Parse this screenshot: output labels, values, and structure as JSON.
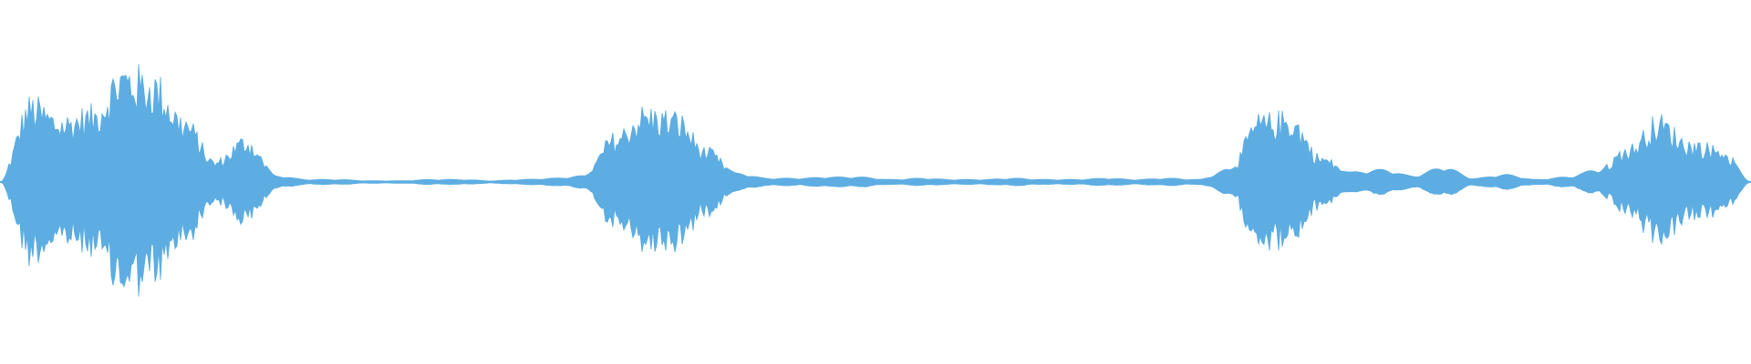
{
  "waveform": {
    "color": "#5dade2",
    "background": "#ffffff",
    "baseline_level": 0.0,
    "amplitude_profile": [
      0.0,
      0.7,
      0.55,
      0.62,
      0.98,
      0.9,
      0.55,
      0.18,
      0.38,
      0.05,
      0.02,
      0.02,
      0.01,
      0.01,
      0.02,
      0.02,
      0.01,
      0.02,
      0.03,
      0.05,
      0.4,
      0.62,
      0.58,
      0.28,
      0.07,
      0.03,
      0.03,
      0.04,
      0.04,
      0.02,
      0.03,
      0.02,
      0.02,
      0.03,
      0.02,
      0.02,
      0.03,
      0.02,
      0.03,
      0.02,
      0.1,
      0.55,
      0.58,
      0.22,
      0.08,
      0.1,
      0.05,
      0.12,
      0.03,
      0.06,
      0.02,
      0.04,
      0.1,
      0.3,
      0.55,
      0.35,
      0.3,
      0.0
    ]
  }
}
